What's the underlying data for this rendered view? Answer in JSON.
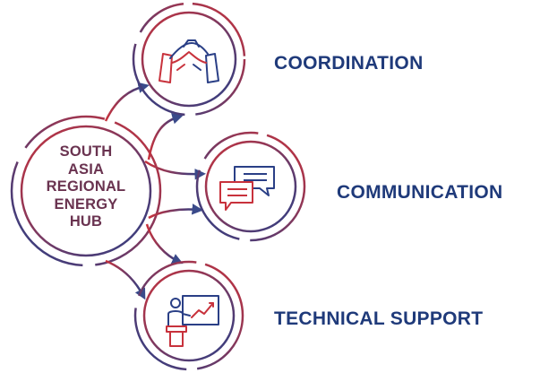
{
  "hub": {
    "lines": [
      "SOUTH",
      "ASIA",
      "REGIONAL",
      "ENERGY",
      "HUB"
    ]
  },
  "nodes": [
    {
      "label": "COORDINATION",
      "icon": "handshake-icon"
    },
    {
      "label": "COMMUNICATION",
      "icon": "speech-bubbles-icon"
    },
    {
      "label": "TECHNICAL SUPPORT",
      "icon": "presentation-icon"
    }
  ],
  "colors": {
    "gradient_start": "#c8323c",
    "gradient_end": "#2a3f86",
    "hub_text": "#6a3350",
    "label_text": "#1f3a7a"
  }
}
